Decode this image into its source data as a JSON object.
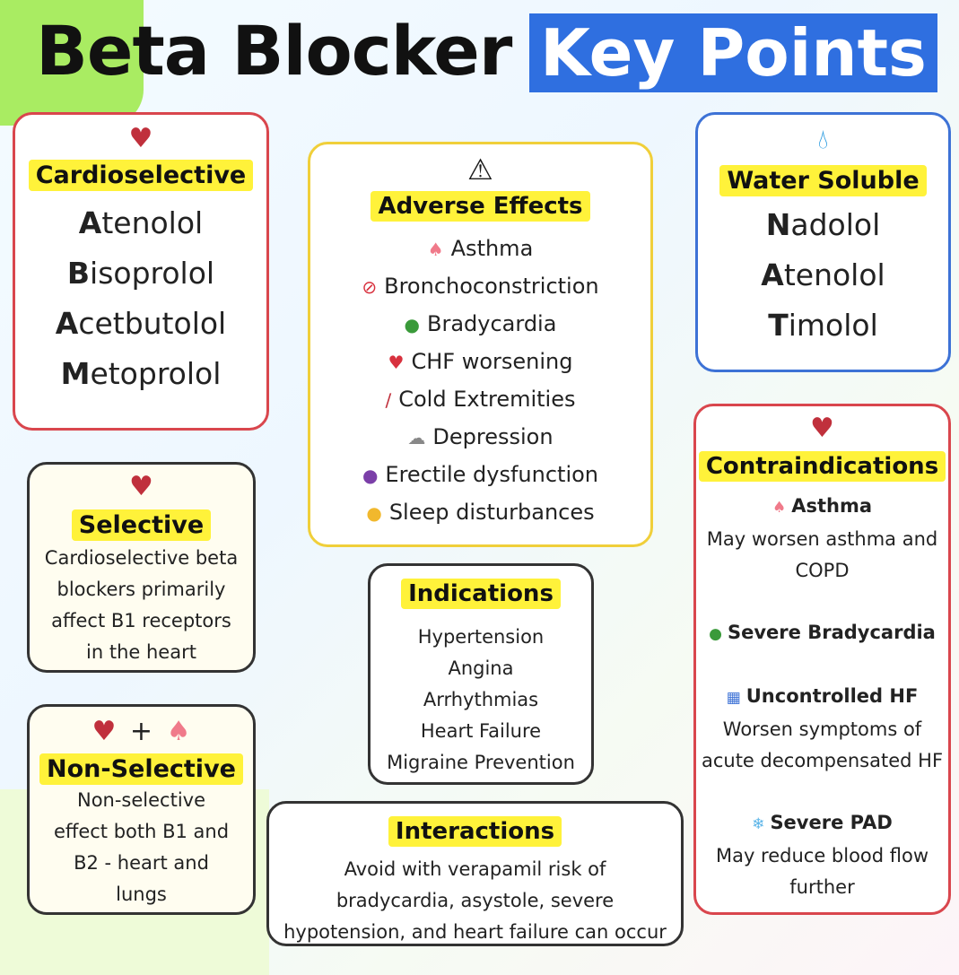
{
  "title": {
    "part1": "Beta Blocker",
    "part2": "Key Points"
  },
  "colors": {
    "accent_blue": "#2f6fe0",
    "highlight": "#fff23a",
    "red_border": "#d9464d",
    "yellow_border": "#f0cf3a",
    "blue_border": "#3d72d6"
  },
  "cardioselective": {
    "heading": "Cardioselective",
    "icon": "heart-icon",
    "drugs": [
      {
        "first": "A",
        "rest": "tenolol"
      },
      {
        "first": "B",
        "rest": "isoprolol"
      },
      {
        "first": "A",
        "rest": "cetbutolol"
      },
      {
        "first": "M",
        "rest": "etoprolol"
      }
    ]
  },
  "adverse": {
    "heading": "Adverse Effects",
    "icon": "warning-icon",
    "items": [
      {
        "icon": "lungs-icon",
        "glyph": "♠",
        "label": "Asthma"
      },
      {
        "icon": "prohibited-icon",
        "glyph": "⊘",
        "label": "Bronchoconstriction"
      },
      {
        "icon": "turtle-icon",
        "glyph": "●",
        "label": "Bradycardia"
      },
      {
        "icon": "broken-heart-icon",
        "glyph": "♥",
        "label": "CHF worsening"
      },
      {
        "icon": "thermometer-icon",
        "glyph": "∕",
        "label": "Cold Extremities"
      },
      {
        "icon": "cloud-icon",
        "glyph": "☁",
        "label": "Depression"
      },
      {
        "icon": "eggplant-icon",
        "glyph": "●",
        "label": "Erectile dysfunction"
      },
      {
        "icon": "sleeping-face-icon",
        "glyph": "●",
        "label": "Sleep disturbances"
      }
    ]
  },
  "water": {
    "heading": "Water Soluble",
    "icon": "droplet-icon",
    "drugs": [
      {
        "first": "N",
        "rest": "adolol"
      },
      {
        "first": "A",
        "rest": "tenolol"
      },
      {
        "first": "T",
        "rest": "imolol"
      }
    ]
  },
  "selective": {
    "heading": "Selective",
    "text": [
      "Cardioselective beta",
      "blockers primarily",
      "affect B1 receptors",
      "in the heart"
    ]
  },
  "nonselective": {
    "heading": "Non-Selective",
    "plus": "+",
    "text": [
      "Non-selective",
      "effect both B1 and",
      "B2 - heart and",
      "lungs"
    ]
  },
  "indications": {
    "heading": "Indications",
    "items": [
      "Hypertension",
      "Angina",
      "Arrhythmias",
      "Heart Failure",
      "Migraine Prevention"
    ]
  },
  "interactions": {
    "heading": "Interactions",
    "text": [
      "Avoid with verapamil risk of",
      "bradycardia, asystole, severe",
      "hypotension, and heart failure can occur"
    ]
  },
  "contra": {
    "heading": "Contraindications",
    "items": [
      {
        "title": "Asthma",
        "icon": "lungs-icon",
        "glyph": "♠",
        "text": [
          "May worsen asthma and",
          "COPD"
        ]
      },
      {
        "title": "Severe Bradycardia",
        "icon": "turtle-icon",
        "glyph": "●",
        "text": []
      },
      {
        "title": "Uncontrolled HF",
        "icon": "hospital-icon",
        "glyph": "▦",
        "text": [
          "Worsen symptoms of",
          "acute decompensated HF"
        ]
      },
      {
        "title": "Severe PAD",
        "icon": "snowflake-icon",
        "glyph": "❄",
        "text": [
          "May reduce blood flow",
          "further"
        ]
      }
    ]
  }
}
